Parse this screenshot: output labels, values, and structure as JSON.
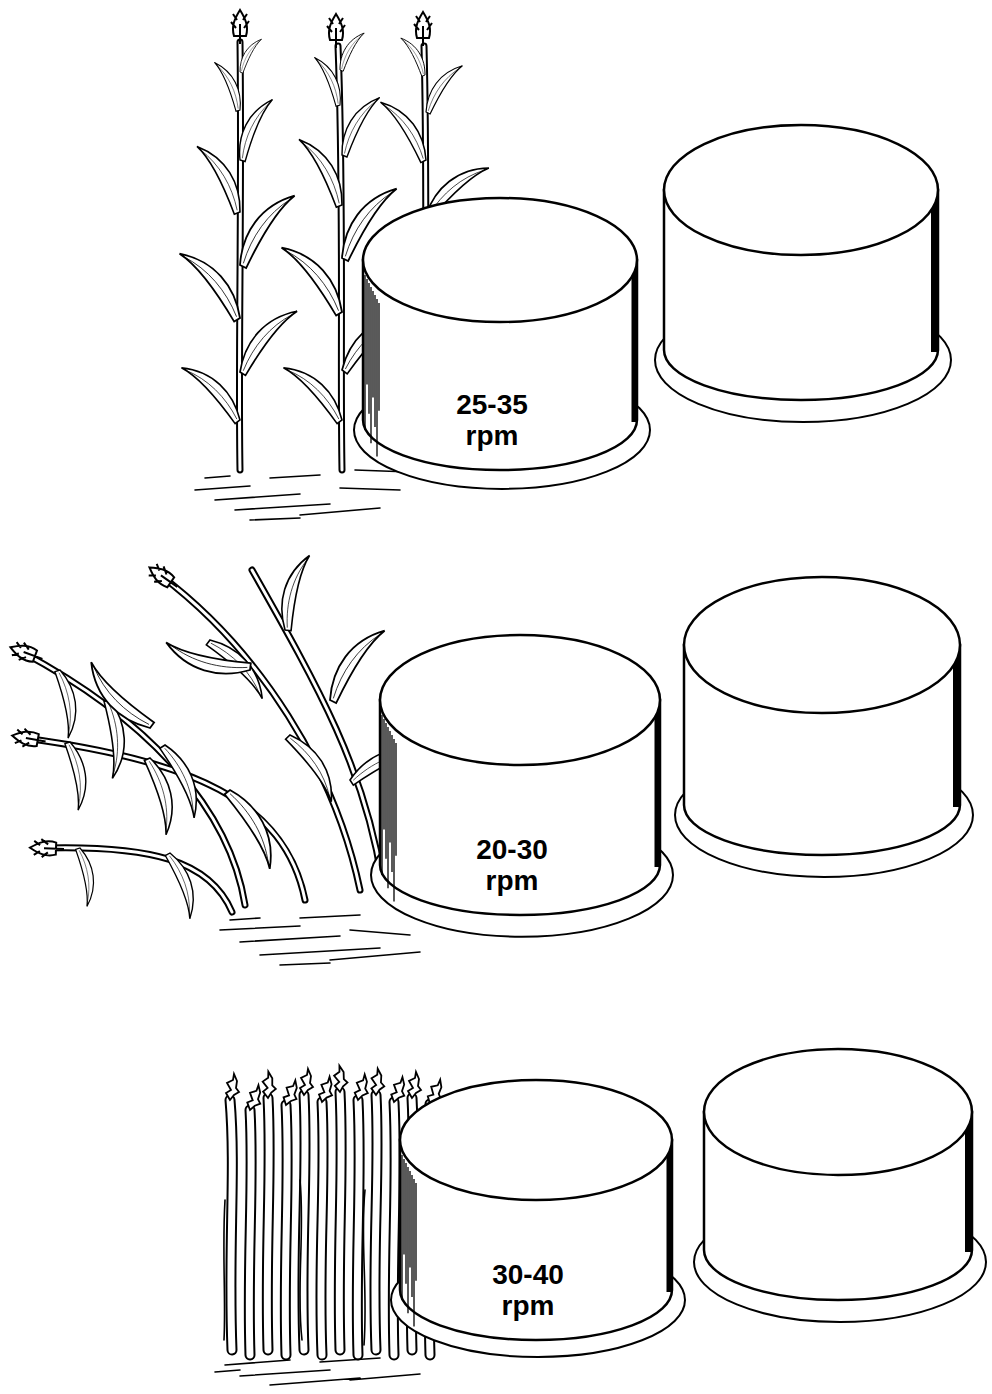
{
  "diagram": {
    "nodes": [
      {
        "text": [
          "25-35 rpm"
        ]
      },
      {
        "text": [
          "20-30 rpm"
        ]
      },
      {
        "text": [
          "30-40 rpm"
        ]
      }
    ]
  }
}
